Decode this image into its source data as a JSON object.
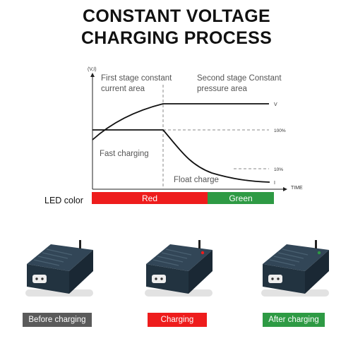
{
  "title": {
    "line1": "CONSTANT VOLTAGE",
    "line2": "CHARGING PROCESS"
  },
  "diagram": {
    "y_axis_label": "(V,I)",
    "x_axis_label": "TIME",
    "stage1_line1": "First stage constant",
    "stage1_line2": "current area",
    "stage2_line1": "Second stage Constant",
    "stage2_line2": "pressure area",
    "curve_v_label": "V",
    "curve_i_label": "I",
    "level_100": "100%",
    "level_10": "10%",
    "fast_charging": "Fast charging",
    "float_charge": "Float charge"
  },
  "led": {
    "label": "LED color",
    "red_label": "Red",
    "green_label": "Green",
    "red_color": "#ee1c1c",
    "green_color": "#2e9a44"
  },
  "states": [
    {
      "label": "Before charging",
      "color": "#5a5a5a"
    },
    {
      "label": "Charging",
      "color": "#ee1c1c"
    },
    {
      "label": "After charging",
      "color": "#2e9a44"
    }
  ]
}
